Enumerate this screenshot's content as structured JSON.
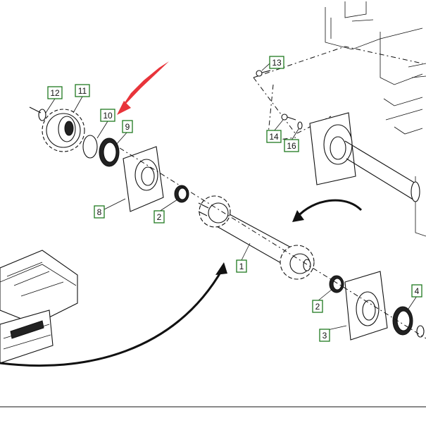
{
  "diagram": {
    "callouts": [
      {
        "id": "c1",
        "label": "1"
      },
      {
        "id": "c2a",
        "label": "2"
      },
      {
        "id": "c2b",
        "label": "2"
      },
      {
        "id": "c3",
        "label": "3"
      },
      {
        "id": "c4",
        "label": "4"
      },
      {
        "id": "c8",
        "label": "8"
      },
      {
        "id": "c9",
        "label": "9"
      },
      {
        "id": "c10",
        "label": "10"
      },
      {
        "id": "c11",
        "label": "11"
      },
      {
        "id": "c12",
        "label": "12"
      },
      {
        "id": "c13",
        "label": "13"
      },
      {
        "id": "c14",
        "label": "14"
      },
      {
        "id": "c16",
        "label": "16"
      }
    ],
    "colors": {
      "callout_border": "#1f7a1f",
      "pointer_arrow": "#e8343a",
      "line_art": "#111111",
      "divider": "#8a8a8a"
    }
  }
}
